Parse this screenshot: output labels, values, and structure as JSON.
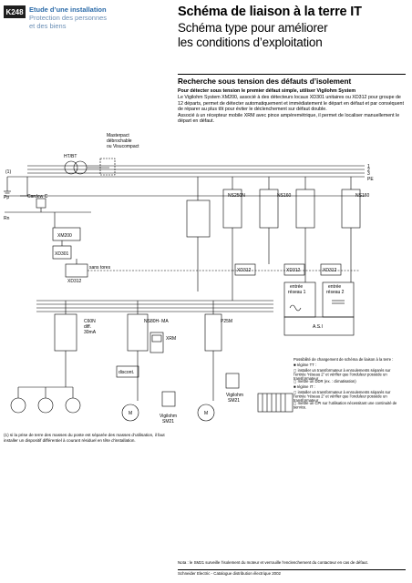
{
  "header": {
    "page_tag": "K248",
    "section_title": "Etude d’une installation",
    "section_subtitle_1": "Protection des personnes",
    "section_subtitle_2": "et des biens"
  },
  "title": {
    "main": "Schéma de liaison à la terre IT",
    "subtitle_line_1": "Schéma type pour améliorer",
    "subtitle_line_2": "les conditions d’exploitation"
  },
  "section": {
    "heading": "Recherche sous tension des défauts d’isolement",
    "intro_bold": "Pour détecter sous tension le premier défaut simple, utiliser Vigilohm System",
    "paragraph_1": "Le Vigilohm System XM200, associé à des détecteurs locaux XD301 unitaires ou XD312 pour groupe de 12 départs, permet de détecter automatiquement et immédiatement le départ en défaut et par conséquent de réparer au plus tôt pour éviter le déclenchement sur défaut double.",
    "paragraph_2": "Associé à un récepteur mobile XRM avec pince ampèremétrique, il permet de localiser manuellement le départ en défaut."
  },
  "diagram": {
    "labels": {
      "masterpact": [
        "Masterpact",
        "débrochable",
        "ou Visucompact"
      ],
      "ht_bt": "HT/BT",
      "ref_1": "(1)",
      "phases": [
        "1",
        "2",
        "3",
        "PE"
      ],
      "pp": "Pp",
      "rn": "Rn",
      "cardew": "Cardew C",
      "xm200": "XM200",
      "xd301": "XD301",
      "xd312_left": "XD312",
      "sans_tores": "sans tores",
      "ns250n": "NS250N",
      "ns160_a": "NS160",
      "ns160_b": "NS160",
      "xd312_1": "XD312",
      "xd312_2": "XD312",
      "xd312_3": "XD312",
      "entree_1": [
        "entrée",
        "réseau 1"
      ],
      "entree_2": [
        "entrée",
        "réseau 2"
      ],
      "asi": "A.S.I",
      "c60n": [
        "C60N",
        "diff.",
        "30mA"
      ],
      "ns80h": "NS80H- MA",
      "xrm": "XRM",
      "discont": "discont.",
      "p25m": "P25M",
      "vigilohm_sm21_a": [
        "Vigilohm",
        "SM21"
      ],
      "vigilohm_sm21_b": [
        "Vigilohm",
        "SM21"
      ],
      "motor": "M",
      "possibility_title": "Possibilité de changement de schéma de liaison à la terre :",
      "possibility_items": [
        "■ régime TT :",
        "◻ installer un transformateur à enroulements séparés sur l’entrée “réseau 2” et vérifier que l’onduleur possède un transformateur",
        "◻ mettre un DDR (ex. : climatisation)",
        "■ régime IT :",
        "◻ installer un transformateur à enroulements séparés sur l’entrée “réseau 2” et vérifier que l’onduleur possède un transformateur",
        "◻ mettre un CPI sur l’utilisation nécessitant une continuité de service."
      ]
    }
  },
  "footnote": "(1) si la prise de terre des masses du poste est séparée des masses d’utilisation, il faut installer un dispositif différentiel à courant résiduel en tête d’installation.",
  "note": "Nota : le SM21 surveille l’isolement du moteur et verrouille l’enclenchement du contacteur en cas de défaut.",
  "footer": "Schneider Electric - Catalogue distribution électrique 2002"
}
